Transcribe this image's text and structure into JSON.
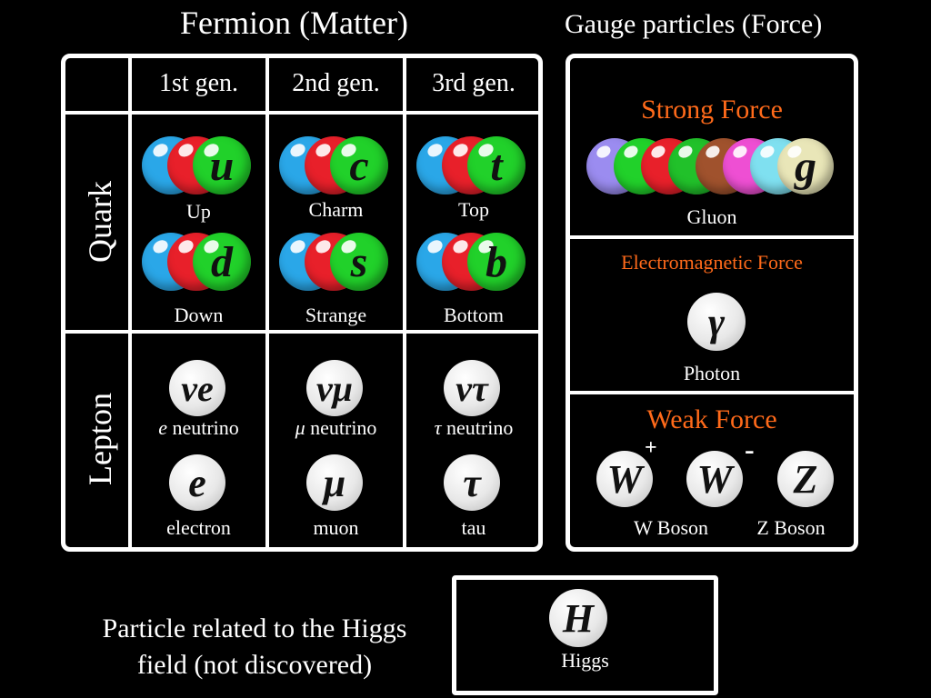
{
  "fermion": {
    "title": "Fermion (Matter)",
    "generations": [
      "1st gen.",
      "2nd gen.",
      "3rd gen."
    ],
    "quark_label": "Quark",
    "lepton_label": "Lepton",
    "quarks": [
      {
        "symbol": "u",
        "name": "Up"
      },
      {
        "symbol": "c",
        "name": "Charm"
      },
      {
        "symbol": "t",
        "name": "Top"
      },
      {
        "symbol": "d",
        "name": "Down"
      },
      {
        "symbol": "s",
        "name": "Strange"
      },
      {
        "symbol": "b",
        "name": "Bottom"
      }
    ],
    "leptons": [
      {
        "symbol": "νe",
        "name_prefix": "e",
        "name": " neutrino"
      },
      {
        "symbol": "νμ",
        "name_prefix": "μ",
        "name": " neutrino"
      },
      {
        "symbol": "ντ",
        "name_prefix": "τ",
        "name": " neutrino"
      },
      {
        "symbol": "e",
        "name_prefix": "",
        "name": "electron"
      },
      {
        "symbol": "μ",
        "name_prefix": "",
        "name": "muon"
      },
      {
        "symbol": "τ",
        "name_prefix": "",
        "name": "tau"
      }
    ]
  },
  "gauge": {
    "title": "Gauge particles (Force)",
    "strong": {
      "title": "Strong Force",
      "symbol": "g",
      "name": "Gluon"
    },
    "em": {
      "title": "Electromagnetic Force",
      "symbol": "γ",
      "name": "Photon"
    },
    "weak": {
      "title": "Weak Force",
      "w_plus": {
        "symbol": "W",
        "charge": "+"
      },
      "w_minus": {
        "symbol": "W",
        "charge": "-"
      },
      "z": {
        "symbol": "Z"
      },
      "w_name": "W Boson",
      "z_name": "Z Boson"
    }
  },
  "higgs": {
    "description_line1": "Particle related to the Higgs",
    "description_line2": "field (not discovered)",
    "symbol": "H",
    "name": "Higgs"
  },
  "colors": {
    "quark_blue": "#2aa7e8",
    "quark_red": "#e8202a",
    "quark_green": "#21d12a",
    "force_orange": "#ff6a1a"
  }
}
